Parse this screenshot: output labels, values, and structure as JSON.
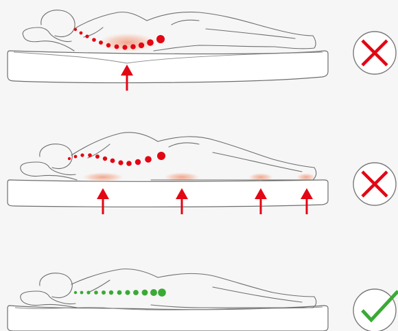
{
  "colors": {
    "background": "#f6f6f6",
    "outline": "#6e6e6e",
    "mattress_fill": "#ffffff",
    "bad": "#e30613",
    "good": "#3aaa35",
    "pressure_glow": "#f0a080",
    "badge_ring": "#7a7a7a"
  },
  "panels": [
    {
      "name": "soft-mattress",
      "verdict": "incorrect",
      "verdict_icon": "cross-icon",
      "spine_color": "bad",
      "spine_shape": "sagging",
      "pressure_zones": 1,
      "arrows": 1
    },
    {
      "name": "hard-mattress",
      "verdict": "incorrect",
      "verdict_icon": "cross-icon",
      "spine_color": "bad",
      "spine_shape": "arched",
      "pressure_zones": 4,
      "arrows": 4
    },
    {
      "name": "correct-mattress",
      "verdict": "correct",
      "verdict_icon": "check-icon",
      "spine_color": "good",
      "spine_shape": "straight",
      "pressure_zones": 0,
      "arrows": 0
    }
  ]
}
